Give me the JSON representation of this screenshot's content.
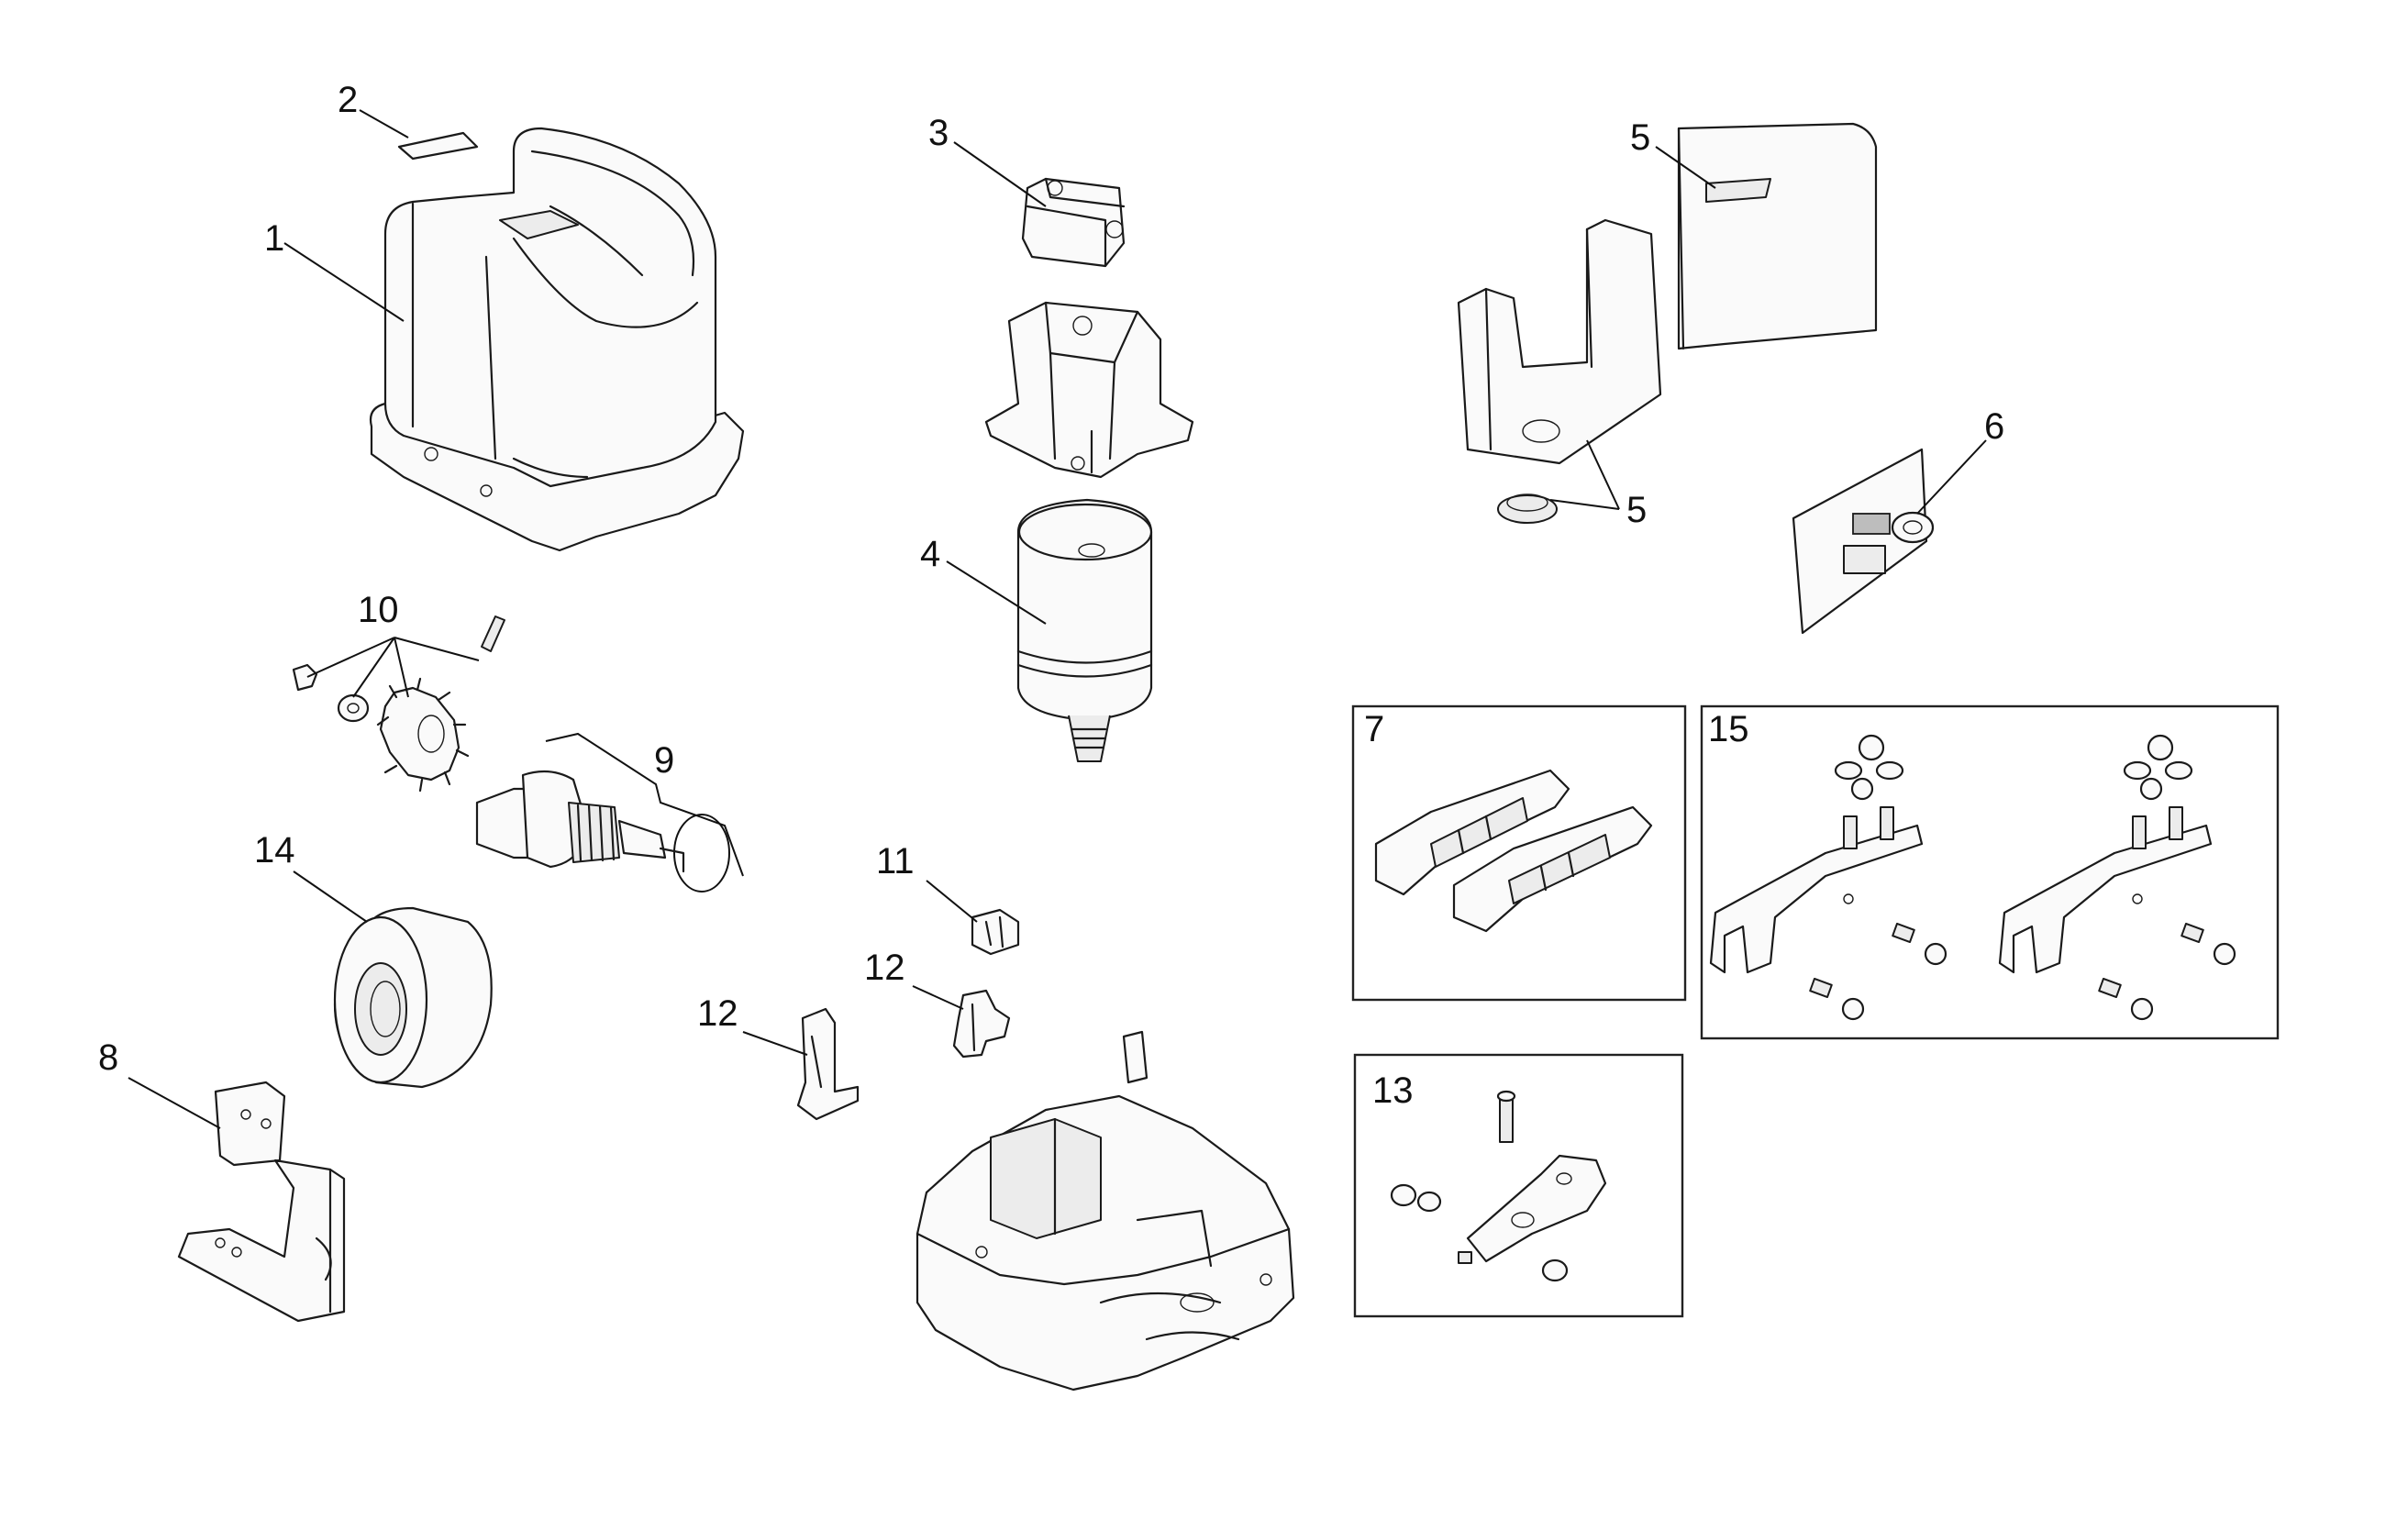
{
  "labels": {
    "l1": "1",
    "l2": "2",
    "l3": "3",
    "l4": "4",
    "l5a": "5",
    "l5b": "5",
    "l6": "6",
    "l7": "7",
    "l8": "8",
    "l9": "9",
    "l10": "10",
    "l11": "11",
    "l12a": "12",
    "l12b": "12",
    "l13": "13",
    "l14": "14",
    "l15": "15"
  }
}
